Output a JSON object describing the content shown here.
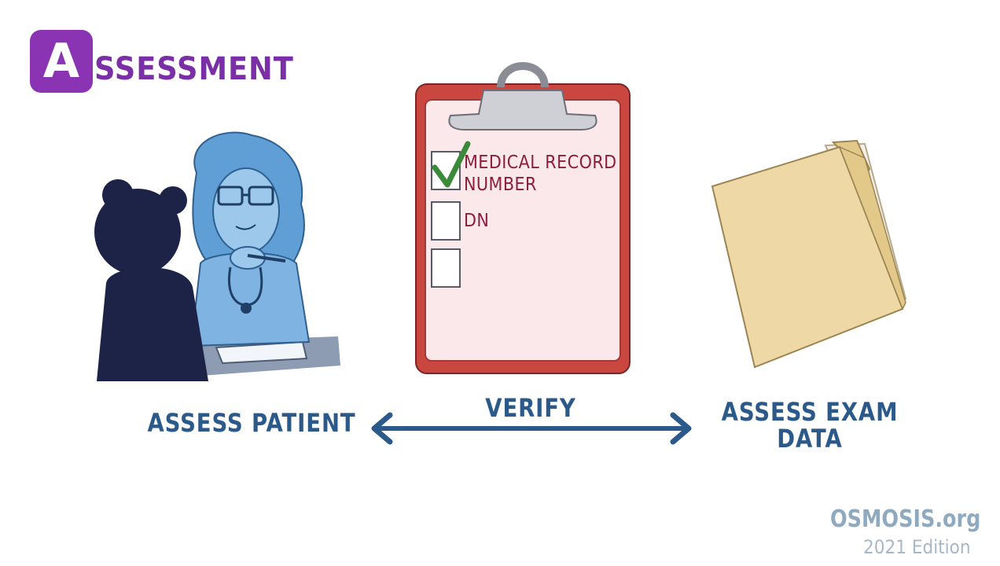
{
  "title": {
    "badge_letter": "A",
    "rest": "SSESSMENT"
  },
  "clipboard": {
    "item_1_line_1": "MEDICAL RECORD",
    "item_1_line_2": "NUMBER",
    "item_2": "DN"
  },
  "labels": {
    "assess_patient": "ASSESS PATIENT",
    "verify": "VERIFY",
    "assess_exam_line_1": "ASSESS EXAM",
    "assess_exam_line_2": "DATA"
  },
  "brand": {
    "name": "OSMOSIS.org",
    "edition": "2021 Edition"
  },
  "colors": {
    "title_purple": "#8a34b3",
    "label_blue": "#2b5a8a",
    "clipboard_red": "#c9473f",
    "check_green": "#3a8a3a",
    "folder_tan": "#eed9a6"
  }
}
